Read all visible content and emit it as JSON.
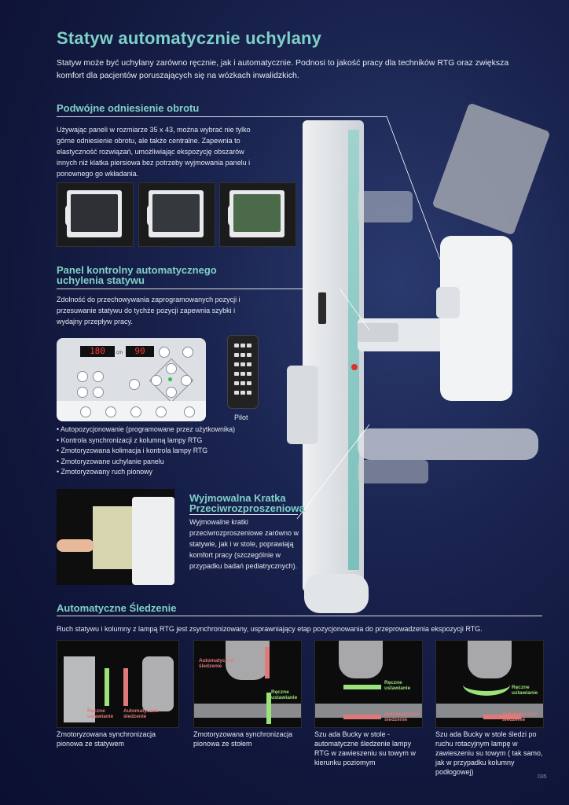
{
  "title": "Statyw automatycznie uchylany",
  "intro": "Statyw może być uchylany zarówno ręcznie, jak i automatycznie. Podnosi to jakość pracy dla techników RTG oraz zwiększa komfort dla pacjentów poruszających się na wózkach inwalidzkich.",
  "section1": {
    "heading": "Podwójne odniesienie obrotu",
    "body": "Używając paneli w rozmiarze 35 x 43, można wybrać nie tylko górne odniesienie obrotu, ale także centralne. Zapewnia to elastyczność rozwiązań, umożliwiając ekspozycję obszarów innych niż klatka piersiowa bez potrzeby wyjmowania panelu i ponownego go wkładania."
  },
  "section2": {
    "heading_line1": "Panel kontrolny automatycznego",
    "heading_line2": "uchylenia statywu",
    "body": "Zdolność do przechowywania zaprogramowanych pozycji i przesuwanie statywu do tychże pozycji zapewnia szybki i wydajny przepływ pracy.",
    "display_left": "180",
    "display_right": "90",
    "unit_cm": "cm",
    "pilot_label": "Pilot",
    "bullets": [
      "Autopozycjonowanie (programowane przez użytkownika)",
      "Kontrola synchronizacji z kolumną lampy RTG",
      "Zmotoryzowana kolimacja i kontrola lampy RTG",
      "Zmotoryzowane uchylanie panelu",
      "Zmotoryzowany ruch pionowy"
    ]
  },
  "section3": {
    "heading_line1": "Wyjmowalna Kratka",
    "heading_line2": "Przeciwrozproszeniowa",
    "body": "Wyjmowalne kratki przeciwrozproszeniowe zarówno w statywie, jak i w stole, poprawiają komfort pracy (szczególnie w przypadku badań pediatrycznych)."
  },
  "section4": {
    "heading": "Automatyczne Śledzenie",
    "body": "Ruch statywu i kolumny z lampą RTG jest zsynchronizowany, usprawniający etap pozycjonowania do przeprowadzenia ekspozycji RTG.",
    "images": [
      {
        "label_a": "Ręczne\nustawianie",
        "label_b": "Automatyczne\nśledzenie",
        "caption": "Zmotoryzowana synchronizacja pionowa ze statywem"
      },
      {
        "label_a": "Automatyczne\nśledzenie",
        "label_b": "Ręczne\nustawianie",
        "caption": "Zmotoryzowana synchronizacja pionowa ze stołem"
      },
      {
        "label_a": "Ręczne\nustawianie",
        "label_b": "Automatyczne\nśledzenie",
        "caption": "Szu ada Bucky w stole - automatyczne śledzenie lampy RTG w zawieszeniu su towym w kierunku poziomym"
      },
      {
        "label_a": "Ręczne\nustawianie",
        "label_b": "Automatyczne\nśledzenie",
        "caption": "Szu ada Bucky w stole śledzi po ruchu rotacyjnym lampę w zawieszeniu su towym ( tak samo, jak w przypadku kolumny podłogowej)"
      }
    ]
  },
  "page_number": "035",
  "colors": {
    "accent": "#7fd0c8",
    "arrow_green": "#9be27a",
    "arrow_red": "#e07a7a",
    "background": "#141c44"
  }
}
